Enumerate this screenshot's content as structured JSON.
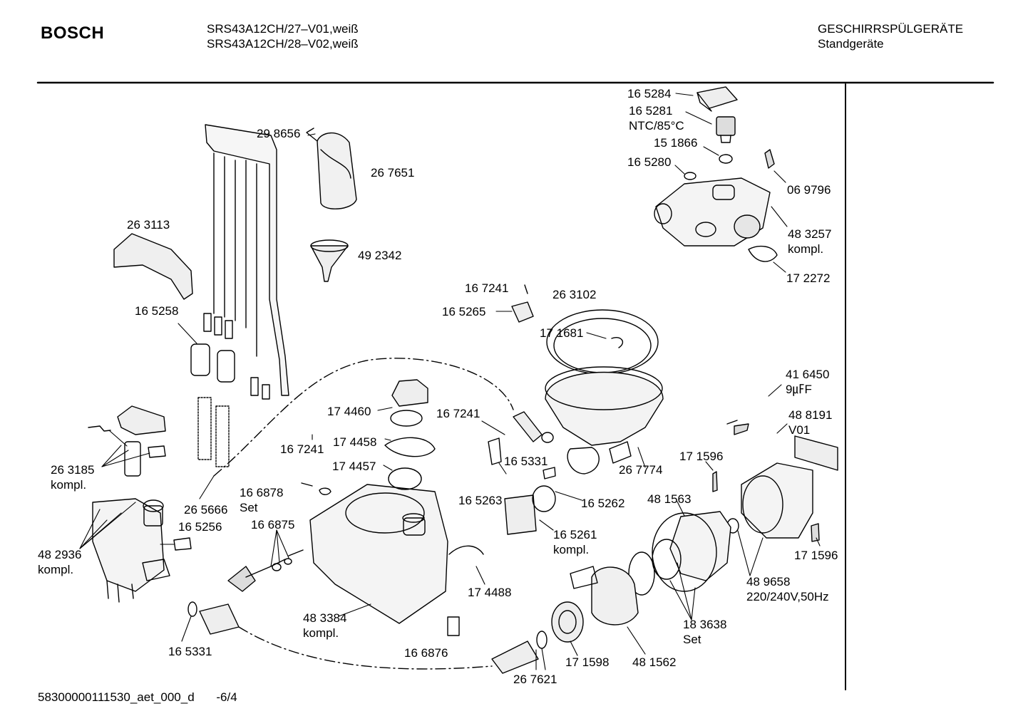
{
  "header": {
    "brand": "BOSCH",
    "model_line_1": "SRS43A12CH/27–V01,weiß",
    "model_line_2": "SRS43A12CH/28–V02,weiß",
    "category_line_1": "GESCHIRRSPÜLGERÄTE",
    "category_line_2": "Standgeräte"
  },
  "footer": {
    "doc_id": "58300000111530_aet_000_d",
    "page": "-6/4"
  },
  "parts": [
    {
      "id": "p165284",
      "lines": [
        "16 5284"
      ]
    },
    {
      "id": "p165281",
      "lines": [
        "16 5281",
        "NTC/85°C"
      ]
    },
    {
      "id": "p151866",
      "lines": [
        "15 1866"
      ]
    },
    {
      "id": "p165280",
      "lines": [
        "16 5280"
      ]
    },
    {
      "id": "p069796",
      "lines": [
        "06 9796"
      ]
    },
    {
      "id": "p483257",
      "lines": [
        "48 3257",
        "kompl."
      ]
    },
    {
      "id": "p172272",
      "lines": [
        "17 2272"
      ]
    },
    {
      "id": "p298656",
      "lines": [
        "29 8656"
      ]
    },
    {
      "id": "p267651",
      "lines": [
        "26 7651"
      ]
    },
    {
      "id": "p263113",
      "lines": [
        "26 3113"
      ]
    },
    {
      "id": "p492342",
      "lines": [
        "49 2342"
      ]
    },
    {
      "id": "p165258",
      "lines": [
        "16 5258"
      ]
    },
    {
      "id": "p167241a",
      "lines": [
        "16 7241"
      ]
    },
    {
      "id": "p263102",
      "lines": [
        "26 3102"
      ]
    },
    {
      "id": "p165265",
      "lines": [
        "16 5265"
      ]
    },
    {
      "id": "p171681",
      "lines": [
        "17 1681"
      ]
    },
    {
      "id": "p416450",
      "lines": [
        "41 6450",
        "9㎌F"
      ]
    },
    {
      "id": "p488191",
      "lines": [
        "48 8191",
        "V01"
      ]
    },
    {
      "id": "p174460",
      "lines": [
        "17 4460"
      ]
    },
    {
      "id": "p167241b",
      "lines": [
        "16 7241"
      ]
    },
    {
      "id": "p174458",
      "lines": [
        "17 4458"
      ]
    },
    {
      "id": "p167241c",
      "lines": [
        "16 7241"
      ]
    },
    {
      "id": "p165331a",
      "lines": [
        "16 5331"
      ]
    },
    {
      "id": "p174457",
      "lines": [
        "17 4457"
      ]
    },
    {
      "id": "p263185",
      "lines": [
        "26 3185",
        "kompl."
      ]
    },
    {
      "id": "p267774",
      "lines": [
        "26 7774"
      ]
    },
    {
      "id": "p171596a",
      "lines": [
        "17 1596"
      ]
    },
    {
      "id": "p166878",
      "lines": [
        "16 6878",
        "Set"
      ]
    },
    {
      "id": "p165263",
      "lines": [
        "16 5263"
      ]
    },
    {
      "id": "p165262",
      "lines": [
        "16 5262"
      ]
    },
    {
      "id": "p481563",
      "lines": [
        "48 1563"
      ]
    },
    {
      "id": "p265666",
      "lines": [
        "26 5666"
      ]
    },
    {
      "id": "p165256",
      "lines": [
        "16 5256"
      ]
    },
    {
      "id": "p166875",
      "lines": [
        "16 6875"
      ]
    },
    {
      "id": "p165261",
      "lines": [
        "16 5261",
        "kompl."
      ]
    },
    {
      "id": "p171596b",
      "lines": [
        "17 1596"
      ]
    },
    {
      "id": "p482936",
      "lines": [
        "48 2936",
        "kompl."
      ]
    },
    {
      "id": "p489658",
      "lines": [
        "48 9658",
        "220/240V,50Hz"
      ]
    },
    {
      "id": "p174488",
      "lines": [
        "17 4488"
      ]
    },
    {
      "id": "p183638",
      "lines": [
        "18 3638",
        "Set"
      ]
    },
    {
      "id": "p483384",
      "lines": [
        "48 3384",
        "kompl."
      ]
    },
    {
      "id": "p165331b",
      "lines": [
        "16 5331"
      ]
    },
    {
      "id": "p166876",
      "lines": [
        "16 6876"
      ]
    },
    {
      "id": "p171598",
      "lines": [
        "17 1598"
      ]
    },
    {
      "id": "p481562",
      "lines": [
        "48 1562"
      ]
    },
    {
      "id": "p267621",
      "lines": [
        "26 7621"
      ]
    }
  ]
}
